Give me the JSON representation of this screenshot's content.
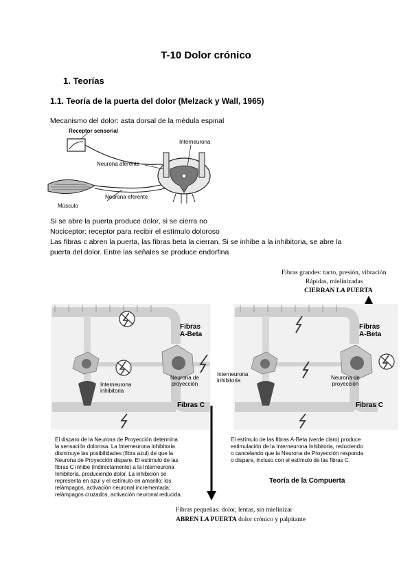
{
  "doc": {
    "title": "T-10 Dolor crónico",
    "section": "1.  Teorías",
    "subsection": "1.1. Teoría de la puerta del dolor (Melzack y Wall, 1965)",
    "mechanism": "Mecanismo del dolor: asta dorsal de la médula espinal",
    "para1": "Si se abre la puerta produce dolor, si se cierra no",
    "para2": "Nociceptor: receptor para recibir el estímulo doloroso",
    "para3a": "Las fibras c abren la puerta, las fibras beta la cierran. Si se inhibe a la inhibitoria, se abre la",
    "para3b": "puerta del dolor.   Entre las señales se produce endorfina"
  },
  "spine_figure": {
    "receptor": "Receptor sensorial",
    "interneuron": "Interneurona",
    "afferent": "Neurona aferente",
    "efferent": "Neurona eferente",
    "muscle": "Músculo"
  },
  "gate_figure": {
    "large_fibers_1": "Fibras grandes: tacto, presión, vibración",
    "large_fibers_2": "Rápidas, mielinizadas",
    "large_fibers_3": "CIERRAN LA PUERTA",
    "fibras_abeta_1": "Fibras",
    "fibras_abeta_2": "A-Beta",
    "fibras_c": "Fibras C",
    "interneurona_1": "Interneurona",
    "interneurona_2": "inhibitoria",
    "neurona_proy_1": "Neurona de",
    "neurona_proy_2": "proyección",
    "left_caption": [
      "El disparo de la Neurona de Proyección determina",
      "la sensación dolorosa. La Interneurona inhibitoria",
      "disminuye las posibilidades (fibra azul) de que la",
      "Neurona de Proyección dispare. El estímulo de las",
      "fibras C inhibe (indirectamente) a la Interneurona",
      "Inhibitoria, produciendo dolor. La inhibición se",
      "representa en azul y el estímulo en amarillo; los",
      "relámpagos, activación neuronal incrementada;",
      "relámpagos cruzados, activación neuronal reducida."
    ],
    "right_caption": [
      "El estímulo de las fibras A-Beta (verde claro) produce",
      "estimulación de la Interneurona Inhibitoria, reduciendo",
      "o cancelando que la Neurona de Proyección responda",
      "o dispare, incluso con el estímulo de las fibras C."
    ],
    "gate_theory": "Teoría de la Compuerta",
    "small_fibers_1": "Fibras pequeñas: dolor, lentas, sin mielinizar",
    "small_fibers_2a": "ABREN LA PUERTA",
    "small_fibers_2b": "  dolor crónico y palpitante"
  }
}
